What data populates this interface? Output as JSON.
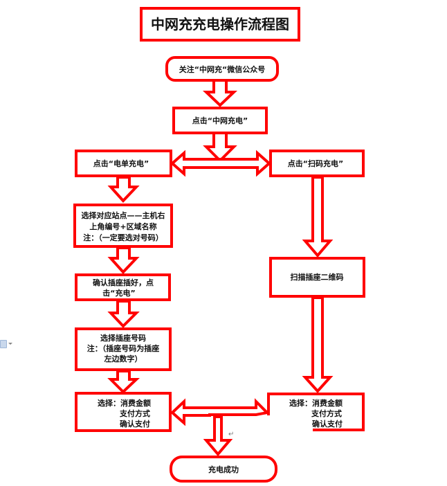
{
  "title": "中网充充电操作流程图",
  "colors": {
    "stroke": "#ff0000",
    "fill": "#ffffff",
    "text": "#111111"
  },
  "nodes": {
    "follow": {
      "lines": [
        "关注“中网充“微信公众号"
      ]
    },
    "click_zwc": {
      "lines": [
        "点击“中网充电”"
      ]
    },
    "click_dandan": {
      "lines": [
        "点击“电单充电”"
      ]
    },
    "click_scan": {
      "lines": [
        "点击“扫码充电”"
      ]
    },
    "select_station": {
      "lines": [
        "选择对应站点——主机右",
        "上角编号+区域名称",
        "注：（一定要选对号码）"
      ]
    },
    "confirm_plug": {
      "lines": [
        "确认插座插好，点",
        "击“充电”"
      ]
    },
    "select_socket": {
      "lines": [
        "选择插座号码",
        "注：（插座号码为插座",
        "左边数字）"
      ]
    },
    "scan_qr": {
      "lines": [
        "扫描插座二维码"
      ]
    },
    "pay_left": {
      "lines": [
        "选择：消费金额",
        "支付方式",
        "确认支付"
      ]
    },
    "pay_right": {
      "lines": [
        "选择：消费金额",
        "支付方式",
        "确认支付"
      ]
    },
    "success": {
      "lines": [
        "充电成功"
      ]
    }
  },
  "misc": {
    "paragraph_mark": "↵"
  }
}
